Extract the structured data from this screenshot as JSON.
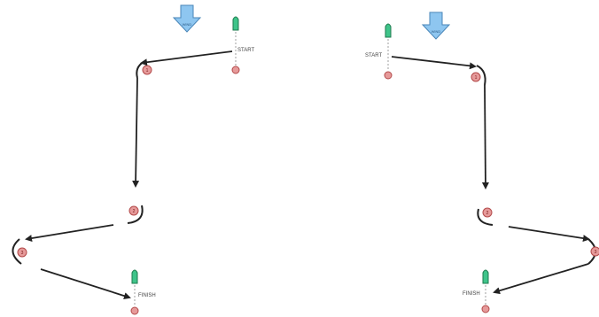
{
  "colors": {
    "mark_fill": "#e69a9a",
    "mark_stroke": "#b34a4a",
    "wind_fill": "#8ec6f0",
    "wind_stroke": "#4a86b8",
    "boat_fill": "#3fc48a",
    "boat_stroke": "#1e7a4e",
    "leg_stroke": "#222222"
  },
  "diagrams": [
    {
      "name": "left-course",
      "wind_icon": "wind-arrow-icon",
      "wind_text": "WIND",
      "start_label": "START",
      "finish_label": "FINISH",
      "marks": [
        "1",
        "2",
        "3"
      ]
    },
    {
      "name": "right-course",
      "wind_icon": "wind-arrow-icon",
      "wind_text": "WIND",
      "start_label": "START",
      "finish_label": "FINISH",
      "marks": [
        "1",
        "2",
        "3"
      ]
    }
  ]
}
